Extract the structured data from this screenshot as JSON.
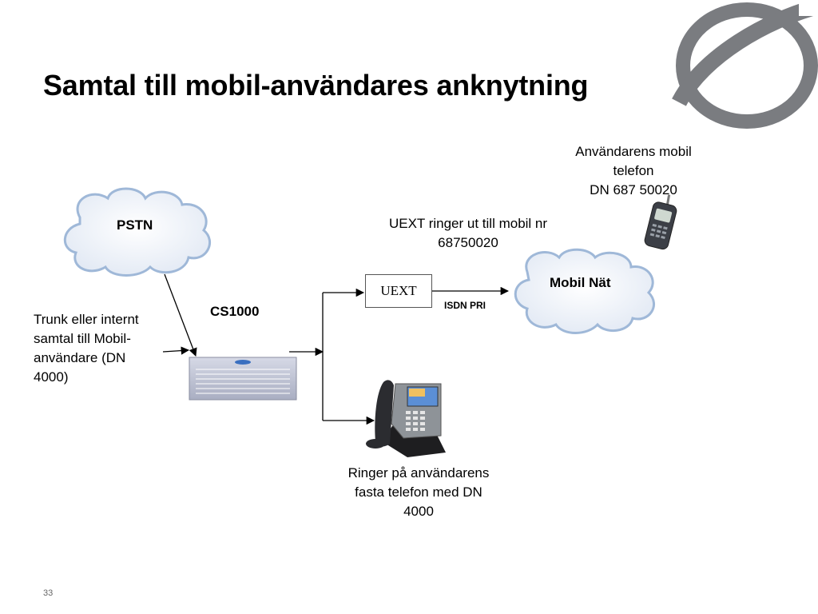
{
  "slide": {
    "title": "Samtal till mobil-användares anknytning",
    "page_number": "33"
  },
  "nodes": {
    "pstn": "PSTN",
    "mobile_net": "Mobil Nät",
    "cs1000": "CS1000",
    "uext": "UEXT"
  },
  "labels": {
    "trunk_line1": "Trunk eller internt",
    "trunk_line2": "samtal till Mobil-",
    "trunk_line3": "användare (DN",
    "trunk_line4": "4000)",
    "mobile_phone_line1": "Användarens mobil",
    "mobile_phone_line2": "telefon",
    "mobile_phone_line3": "DN 687 50020",
    "uext_rings_line1": "UEXT ringer ut till  mobil nr",
    "uext_rings_line2": "68750020",
    "isdn": "ISDN PRI",
    "desk_phone_line1": "Ringer på användarens",
    "desk_phone_line2": "fasta telefon med DN",
    "desk_phone_line3": "4000"
  },
  "colors": {
    "logo": "#7a7c80",
    "cloud_fill": "#eef2f8",
    "cloud_stroke": "#9fb8d8",
    "server": "#b8bccd"
  }
}
